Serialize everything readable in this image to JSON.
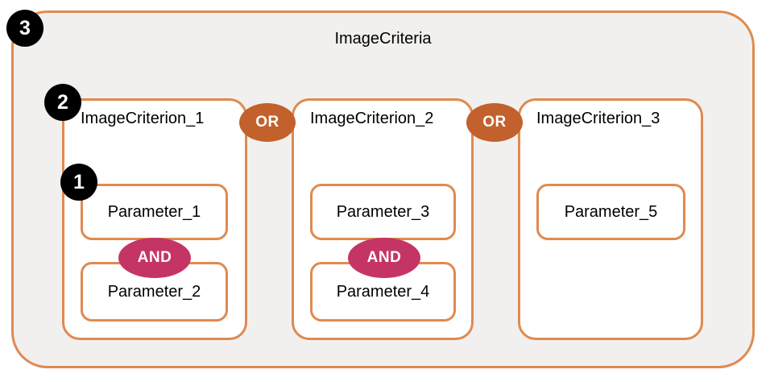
{
  "diagram": {
    "title": "ImageCriteria",
    "criteria": [
      {
        "label": "ImageCriterion_1",
        "parameters": [
          "Parameter_1",
          "Parameter_2"
        ],
        "parameter_operator": "AND"
      },
      {
        "label": "ImageCriterion_2",
        "parameters": [
          "Parameter_3",
          "Parameter_4"
        ],
        "parameter_operator": "AND"
      },
      {
        "label": "ImageCriterion_3",
        "parameters": [
          "Parameter_5"
        ],
        "parameter_operator": null
      }
    ],
    "operators": {
      "or": "OR",
      "and": "AND"
    },
    "callouts": [
      {
        "number": "3",
        "target": "ImageCriteria"
      },
      {
        "number": "2",
        "target": "ImageCriterion_1"
      },
      {
        "number": "1",
        "target": "Parameter_1"
      }
    ],
    "colors": {
      "box_border": "#df8a50",
      "group_background": "#f1f0ef",
      "or_badge": "#c2612c",
      "and_badge": "#c43566",
      "callout_badge": "#000000",
      "badge_text": "#ffffff",
      "label_text": "#000000"
    }
  }
}
